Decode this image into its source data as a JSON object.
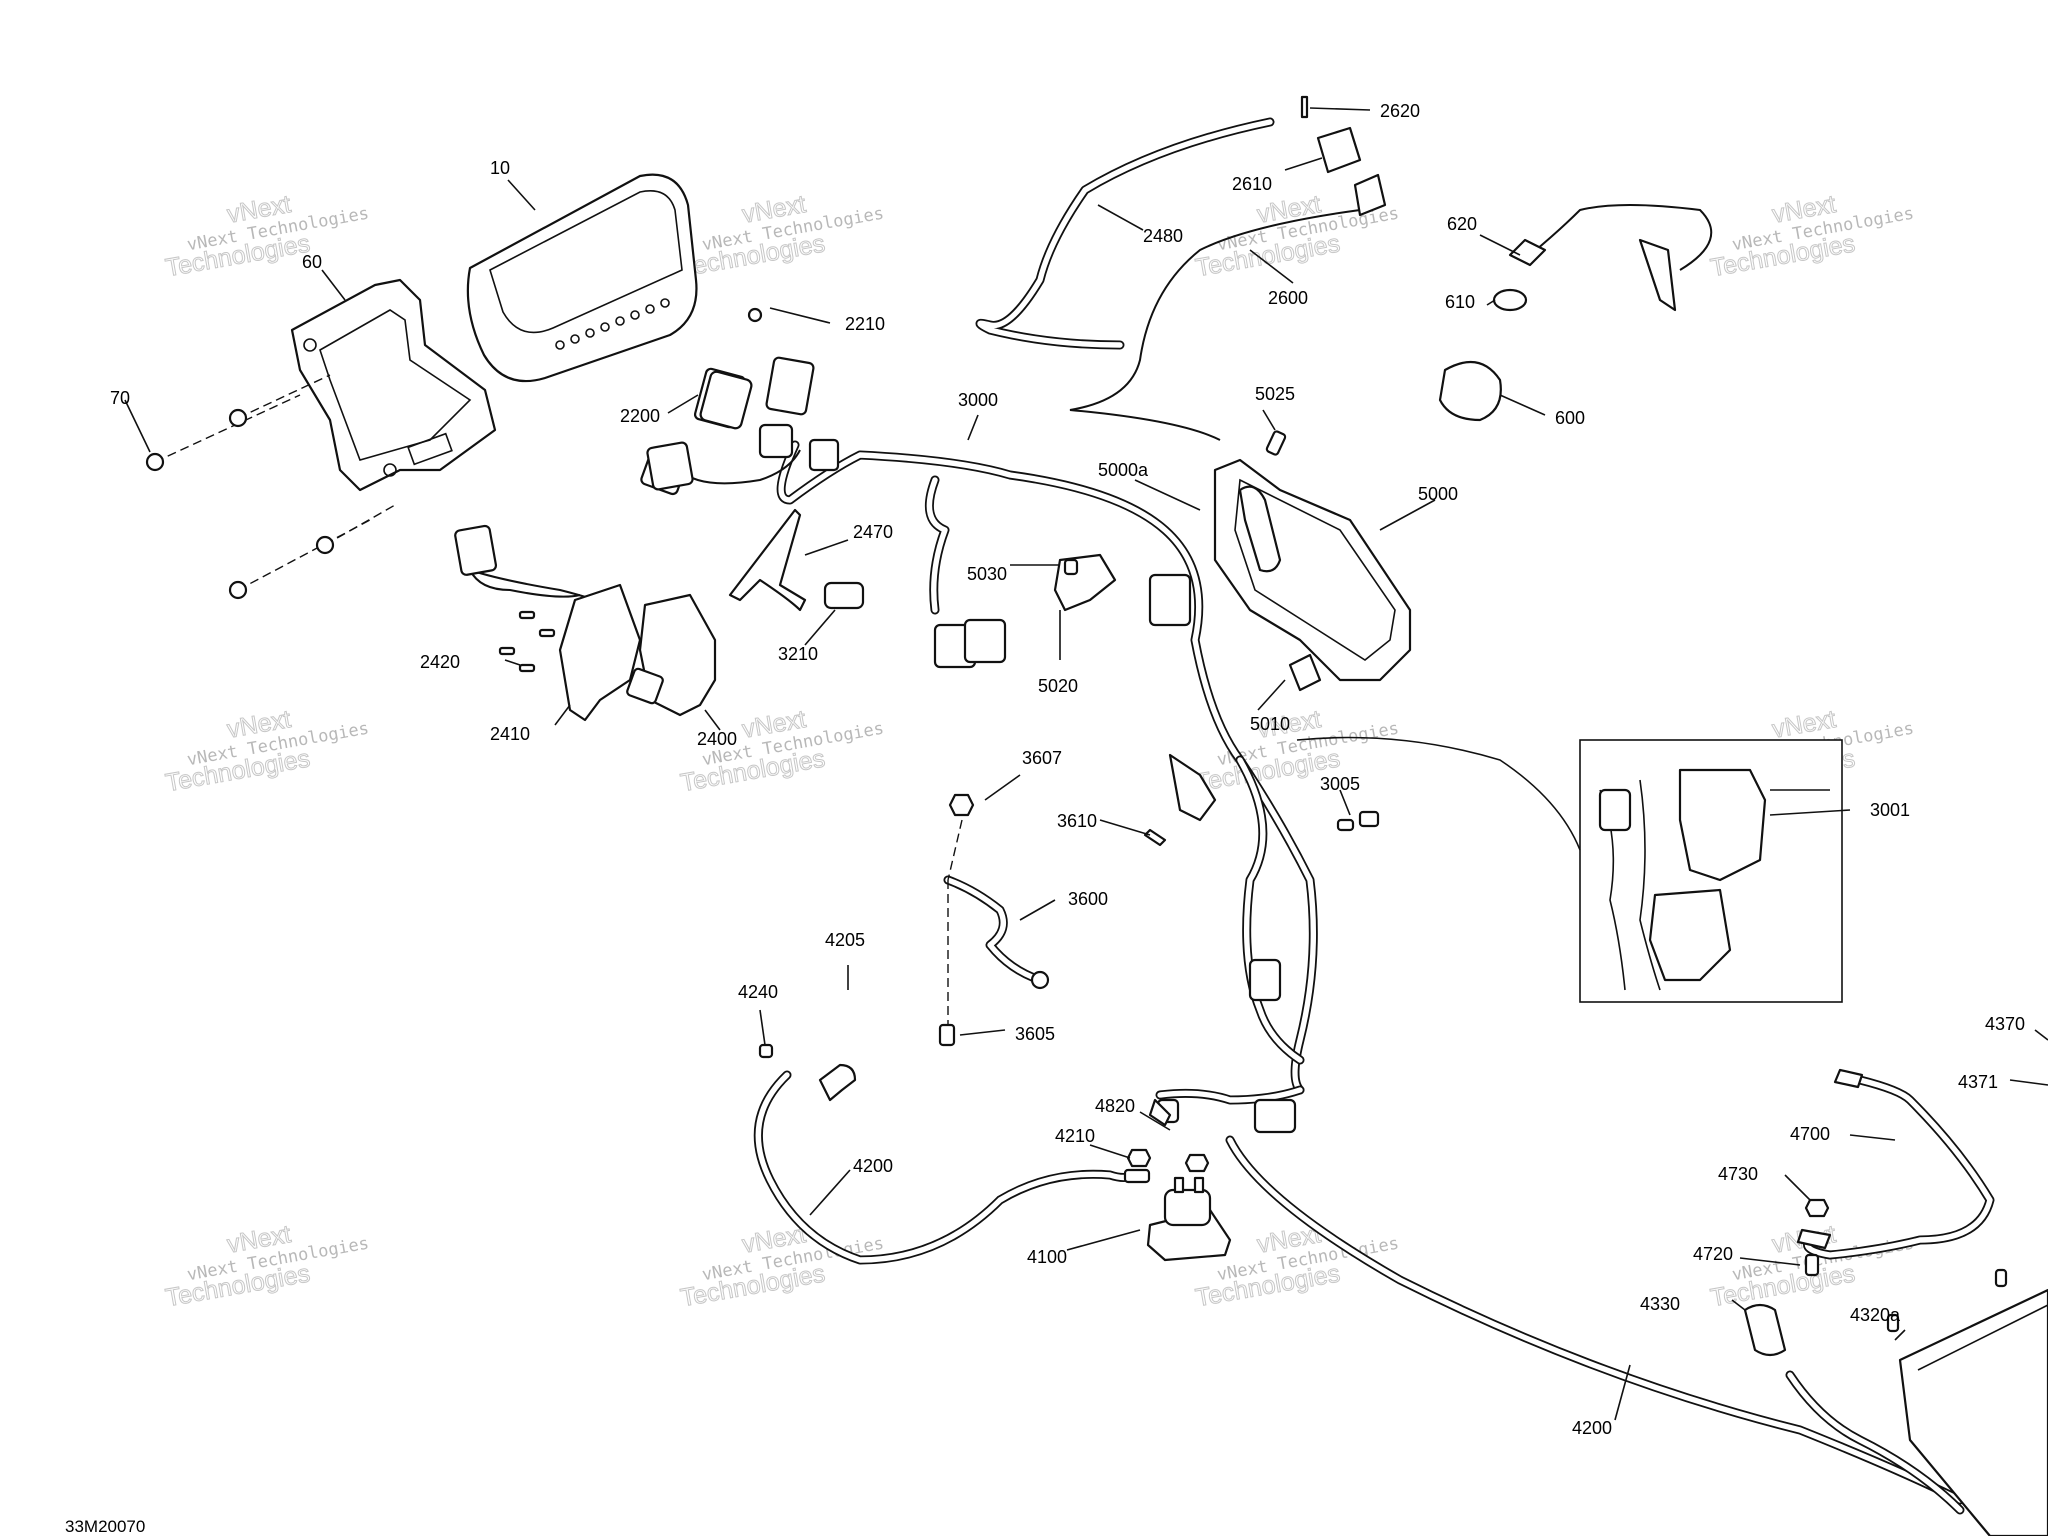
{
  "figure_ref": "33M20070",
  "watermark": {
    "line1": "vNext",
    "line2": "vNext Technologies",
    "line3": "Technologies"
  },
  "callouts": [
    {
      "id": "10",
      "label": "10"
    },
    {
      "id": "60",
      "label": "60"
    },
    {
      "id": "70",
      "label": "70"
    },
    {
      "id": "2200",
      "label": "2200"
    },
    {
      "id": "2210",
      "label": "2210"
    },
    {
      "id": "2400",
      "label": "2400"
    },
    {
      "id": "2410",
      "label": "2410"
    },
    {
      "id": "2420",
      "label": "2420"
    },
    {
      "id": "2470",
      "label": "2470"
    },
    {
      "id": "2480",
      "label": "2480"
    },
    {
      "id": "2600",
      "label": "2600"
    },
    {
      "id": "2610",
      "label": "2610"
    },
    {
      "id": "2620",
      "label": "2620"
    },
    {
      "id": "600",
      "label": "600"
    },
    {
      "id": "610",
      "label": "610"
    },
    {
      "id": "620",
      "label": "620"
    },
    {
      "id": "3000",
      "label": "3000"
    },
    {
      "id": "3001",
      "label": "3001"
    },
    {
      "id": "3005",
      "label": "3005"
    },
    {
      "id": "3210",
      "label": "3210"
    },
    {
      "id": "3600",
      "label": "3600"
    },
    {
      "id": "3605",
      "label": "3605"
    },
    {
      "id": "3607",
      "label": "3607"
    },
    {
      "id": "3610",
      "label": "3610"
    },
    {
      "id": "4100",
      "label": "4100"
    },
    {
      "id": "4200a",
      "label": "4200"
    },
    {
      "id": "4200b",
      "label": "4200"
    },
    {
      "id": "4205",
      "label": "4205"
    },
    {
      "id": "4210",
      "label": "4210"
    },
    {
      "id": "4240",
      "label": "4240"
    },
    {
      "id": "4320a",
      "label": "4320a"
    },
    {
      "id": "4330",
      "label": "4330"
    },
    {
      "id": "4370",
      "label": "4370"
    },
    {
      "id": "4371",
      "label": "4371"
    },
    {
      "id": "4700",
      "label": "4700"
    },
    {
      "id": "4720",
      "label": "4720"
    },
    {
      "id": "4730",
      "label": "4730"
    },
    {
      "id": "4820",
      "label": "4820"
    },
    {
      "id": "5000",
      "label": "5000"
    },
    {
      "id": "5000a",
      "label": "5000a"
    },
    {
      "id": "5010",
      "label": "5010"
    },
    {
      "id": "5020",
      "label": "5020"
    },
    {
      "id": "5025",
      "label": "5025"
    },
    {
      "id": "5030",
      "label": "5030"
    }
  ]
}
